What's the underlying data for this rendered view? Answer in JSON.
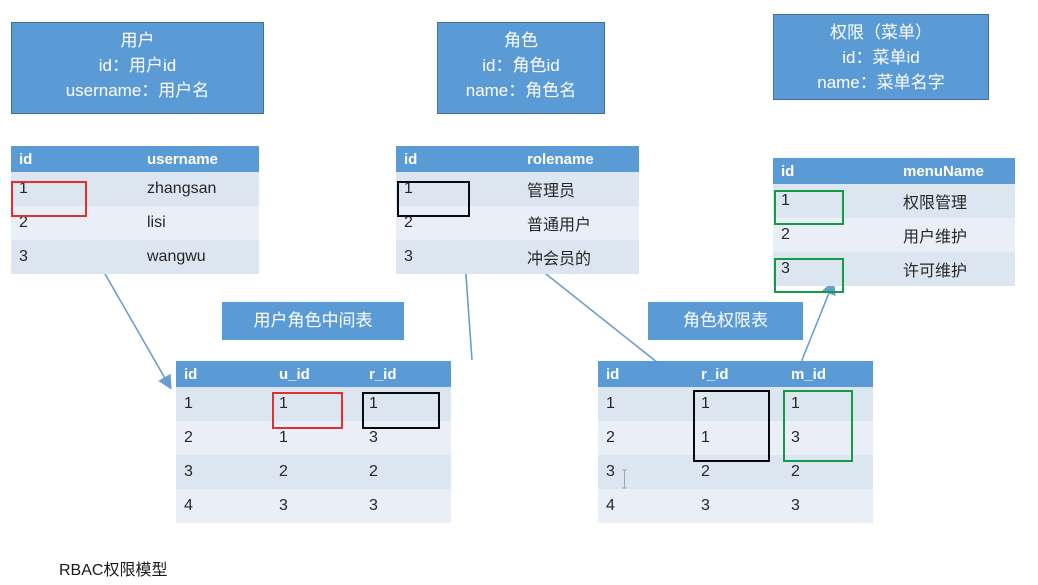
{
  "theme": {
    "accent": "#5b9bd5",
    "accent_border": "#41719c",
    "row_dark": "#dce6f1",
    "row_light": "#eaeff7",
    "highlight_red": "#e03030",
    "highlight_black": "#0a0a0a",
    "highlight_green": "#159a45",
    "arrow": "#6a9ed0"
  },
  "entities": [
    {
      "name": "user-entity",
      "title": "用户",
      "line1": "id：用户id",
      "line2": "username：用户名",
      "text": "用户\nid：用户id\nusername：用户名"
    },
    {
      "name": "role-entity",
      "title": "角色",
      "line1": "id：角色id",
      "line2": "name：角色名",
      "text": "角色\nid：角色id\nname：角色名"
    },
    {
      "name": "permission-entity",
      "title": "权限（菜单）",
      "line1": "id：菜单id",
      "line2": "name：菜单名字",
      "text": "权限（菜单）\nid：菜单id\nname：菜单名字"
    }
  ],
  "captions": {
    "user_role": "用户角色中间表",
    "role_permission": "角色权限表"
  },
  "tables": {
    "user": {
      "name": "user-table",
      "columns": [
        "id",
        "username"
      ],
      "rows": [
        [
          "1",
          "zhangsan"
        ],
        [
          "2",
          "lisi"
        ],
        [
          "3",
          "wangwu"
        ]
      ]
    },
    "role": {
      "name": "role-table",
      "columns": [
        "id",
        "rolename"
      ],
      "rows": [
        [
          "1",
          "管理员"
        ],
        [
          "2",
          "普通用户"
        ],
        [
          "3",
          "冲会员的"
        ]
      ]
    },
    "menu": {
      "name": "menu-table",
      "columns": [
        "id",
        "menuName"
      ],
      "rows": [
        [
          "1",
          "权限管理"
        ],
        [
          "2",
          "用户维护"
        ],
        [
          "3",
          "许可维护"
        ]
      ]
    },
    "user_role": {
      "name": "user-role-table",
      "columns": [
        "id",
        "u_id",
        "r_id"
      ],
      "rows": [
        [
          "1",
          "1",
          "1"
        ],
        [
          "2",
          "1",
          "3"
        ],
        [
          "3",
          "2",
          "2"
        ],
        [
          "4",
          "3",
          "3"
        ]
      ]
    },
    "role_permission": {
      "name": "role-permission-table",
      "columns": [
        "id",
        "r_id",
        "m_id"
      ],
      "rows": [
        [
          "1",
          "1",
          "1"
        ],
        [
          "2",
          "1",
          "3"
        ],
        [
          "3",
          "2",
          "2"
        ],
        [
          "4",
          "3",
          "3"
        ]
      ]
    }
  },
  "footer": {
    "label": "RBAC权限模型"
  }
}
